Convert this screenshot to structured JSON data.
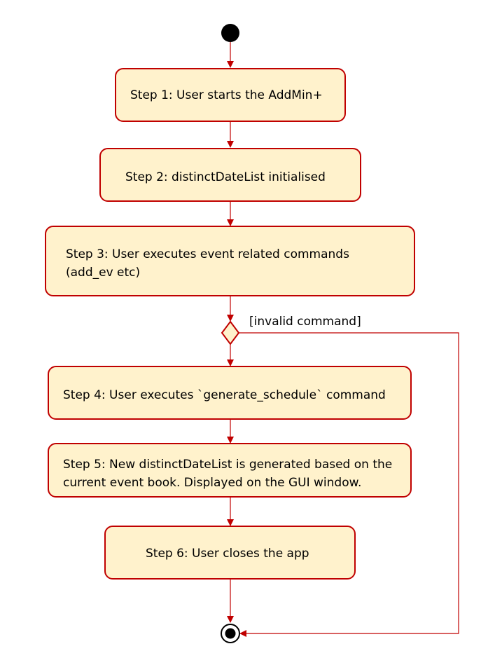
{
  "diagram": {
    "steps": [
      {
        "label": "Step 1: User starts the AddMin+"
      },
      {
        "label": "Step 2: distinctDateList initialised"
      },
      {
        "label": "Step 3: User executes event related commands\n(add_ev etc)"
      },
      {
        "label": "Step 4: User executes `generate_schedule` command"
      },
      {
        "label": "Step 5: New distinctDateList is generated based on the\ncurrent event book. Displayed on the GUI window."
      },
      {
        "label": "Step 6: User closes the app"
      }
    ],
    "guard": "[invalid command]",
    "colors": {
      "stroke": "#c00000",
      "fill": "#fff2cc"
    }
  }
}
